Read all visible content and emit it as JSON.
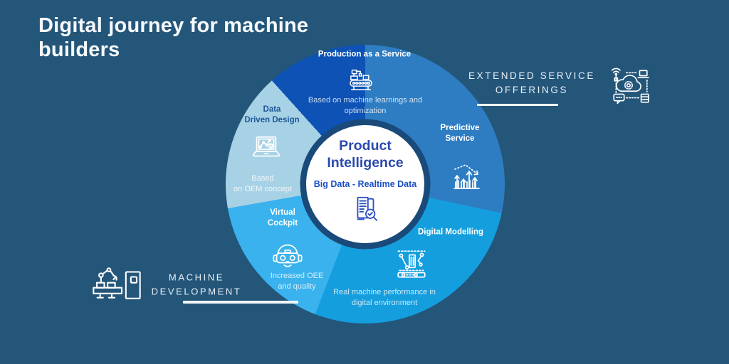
{
  "title": "Digital journey for machine\nbuilders",
  "colors": {
    "background": "#24567a",
    "hub_ring": "#1a4a7a",
    "hub_fill": "#ffffff",
    "hub_title": "#2a49ae",
    "hub_subtitle": "#1c4ec5",
    "hub_icon_stroke": "#2b4fc0",
    "ddd_label": "#1d5899",
    "white_icon_stroke": "#ffffff"
  },
  "hub": {
    "title": "Product\nIntelligence",
    "subtitle": "Big Data - Realtime Data",
    "icon": "document-check-magnifier-icon"
  },
  "segments": [
    {
      "id": "production",
      "label": "Production as a Service",
      "description": "Based on machine learnings and\noptimization",
      "color": "#0d52b4",
      "icon": "conveyor-robot-icon",
      "angle_start": 318,
      "angle_end": 399
    },
    {
      "id": "predictive",
      "label": "Predictive\nService",
      "description": "",
      "color": "#2e7dc2",
      "icon": "predictive-chart-icon",
      "angle_start": 39,
      "angle_end": 102
    },
    {
      "id": "modelling",
      "label": "Digital Modelling",
      "description": "Real machine performance in\ndigital environment",
      "color": "#149ede",
      "icon": "machine-schematic-icon",
      "angle_start": 102,
      "angle_end": 201
    },
    {
      "id": "cockpit",
      "label": "Virtual\nCockpit",
      "description": "Increased OEE\nand quality",
      "color": "#3ab2ed",
      "icon": "vr-headset-icon",
      "angle_start": 201,
      "angle_end": 260
    },
    {
      "id": "ddd",
      "label": "Data\nDriven Design",
      "description": "Based\non OEM concept",
      "color": "#a7d1e5",
      "icon": "laptop-analytics-icon",
      "angle_start": 260,
      "angle_end": 318
    }
  ],
  "callouts": {
    "extended": {
      "label": "EXTENDED SERVICE\nOFFERINGS",
      "icon": "iot-cloud-icon"
    },
    "machine": {
      "label": "MACHINE\nDEVELOPMENT",
      "icon": "robot-arm-machine-icon"
    }
  }
}
